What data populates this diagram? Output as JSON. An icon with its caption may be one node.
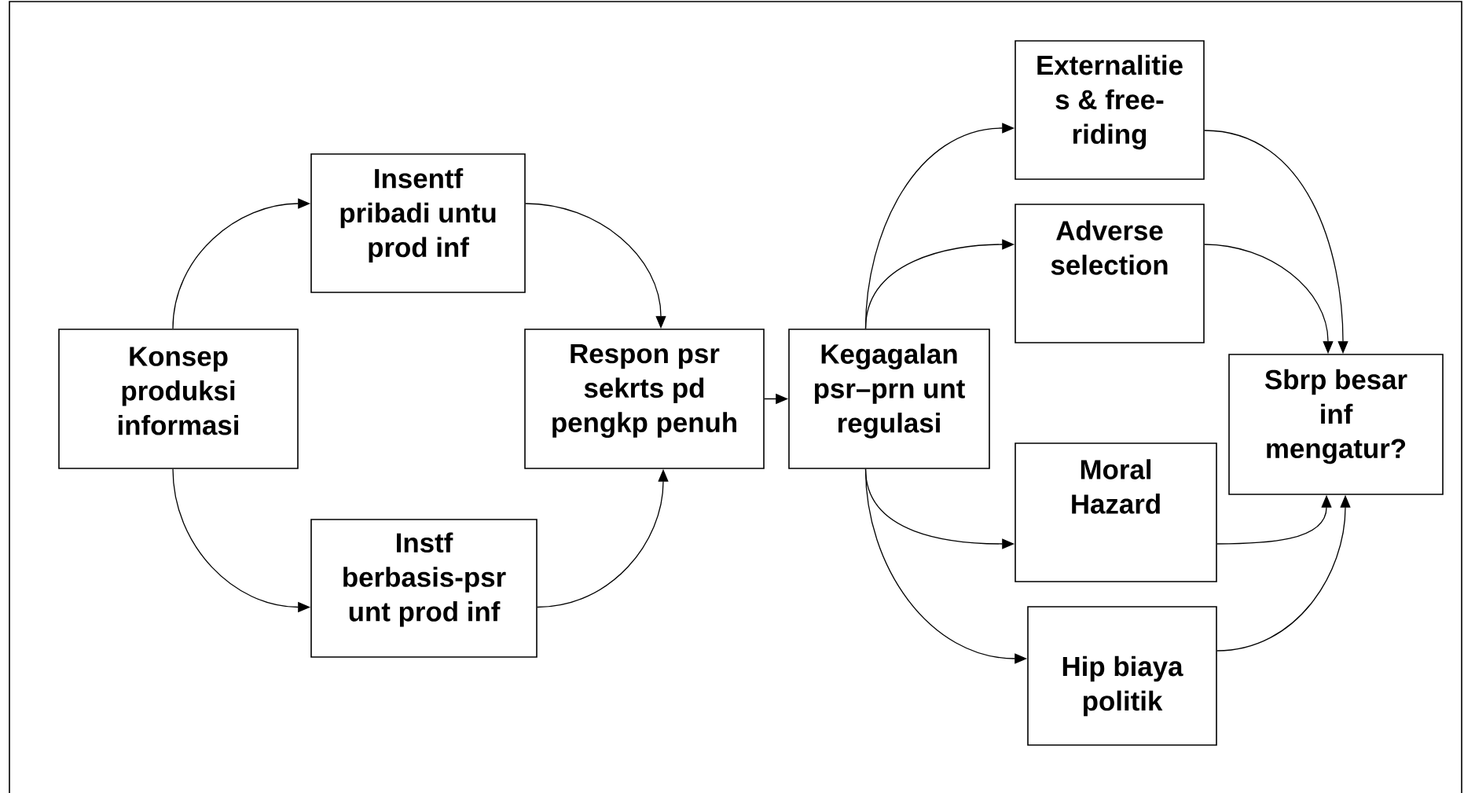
{
  "diagram": {
    "nodes": [
      {
        "text": [
          "Konsep produksi informasi"
        ]
      },
      {
        "text": [
          "Insentf pribadi untu prod inf"
        ]
      },
      {
        "text": [
          "Instf berbasis-psr unt prod inf"
        ]
      },
      {
        "text": [
          "Respon psr sekrts pd pengkp penuh"
        ]
      },
      {
        "text": [
          "Kegagalan psr–prn unt regulasi"
        ]
      },
      {
        "text": [
          "Externalitie s & free- riding"
        ]
      },
      {
        "text": [
          "Adverse selection"
        ]
      },
      {
        "text": [
          "Moral Hazard"
        ]
      },
      {
        "text": [
          "Hip biaya politik"
        ]
      },
      {
        "text": [
          "Sbrp besar inf mengatur?"
        ]
      }
    ],
    "edges": [
      {
        "from": 0,
        "to": 1,
        "arrow": "to"
      },
      {
        "from": 0,
        "to": 2,
        "arrow": "to"
      },
      {
        "from": 1,
        "to": 3,
        "arrow": "to"
      },
      {
        "from": 2,
        "to": 3,
        "arrow": "to"
      },
      {
        "from": 3,
        "to": 4,
        "arrow": "to"
      },
      {
        "from": 4,
        "to": 5,
        "arrow": "to"
      },
      {
        "from": 4,
        "to": 6,
        "arrow": "to"
      },
      {
        "from": 4,
        "to": 7,
        "arrow": "to"
      },
      {
        "from": 4,
        "to": 8,
        "arrow": "to"
      },
      {
        "from": 5,
        "to": 9,
        "arrow": "to"
      },
      {
        "from": 6,
        "to": 9,
        "arrow": "to"
      },
      {
        "from": 7,
        "to": 9,
        "arrow": "to"
      },
      {
        "from": 8,
        "to": 9,
        "arrow": "to"
      }
    ]
  }
}
